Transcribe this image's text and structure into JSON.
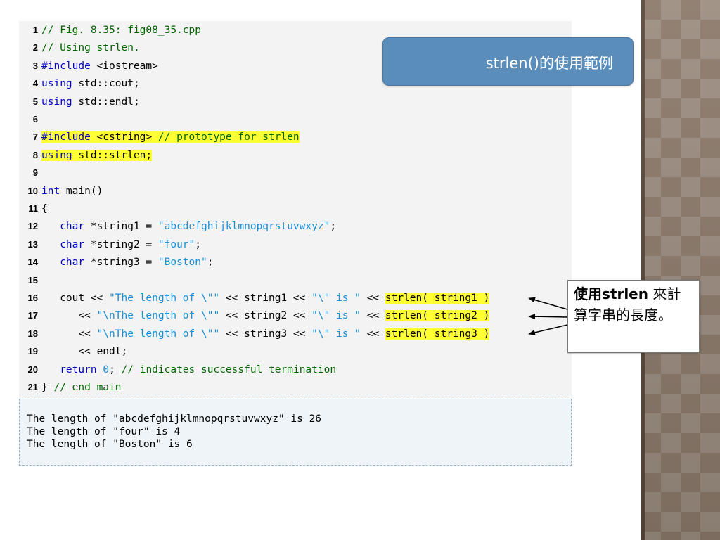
{
  "title": "strlen()的使用範例",
  "note": {
    "bold": "使用strlen",
    "rest": " 來計算字串的長度。"
  },
  "code_lines": [
    {
      "n": "1",
      "segs": [
        {
          "t": "// Fig. 8.35: fig08_35.cpp",
          "c": "cm"
        }
      ]
    },
    {
      "n": "2",
      "segs": [
        {
          "t": "// Using strlen.",
          "c": "cm"
        }
      ]
    },
    {
      "n": "3",
      "segs": [
        {
          "t": "#include",
          "c": "kw"
        },
        {
          "t": " <iostream>",
          "c": ""
        }
      ]
    },
    {
      "n": "4",
      "segs": [
        {
          "t": "using",
          "c": "kw"
        },
        {
          "t": " std::cout;",
          "c": ""
        }
      ]
    },
    {
      "n": "5",
      "segs": [
        {
          "t": "using",
          "c": "kw"
        },
        {
          "t": " std::endl;",
          "c": ""
        }
      ]
    },
    {
      "n": "6",
      "segs": []
    },
    {
      "n": "7",
      "segs": [
        {
          "t": "#include",
          "c": "kw hl"
        },
        {
          "t": " <cstring> ",
          "c": "hl"
        },
        {
          "t": "// prototype for strlen",
          "c": "cm hl"
        }
      ]
    },
    {
      "n": "8",
      "segs": [
        {
          "t": "using",
          "c": "kw hl"
        },
        {
          "t": " std::strlen;",
          "c": "hl"
        }
      ]
    },
    {
      "n": "9",
      "segs": []
    },
    {
      "n": "10",
      "segs": [
        {
          "t": "int",
          "c": "kw"
        },
        {
          "t": " main()",
          "c": ""
        }
      ]
    },
    {
      "n": "11",
      "segs": [
        {
          "t": "{",
          "c": ""
        }
      ]
    },
    {
      "n": "12",
      "segs": [
        {
          "t": "   ",
          "c": ""
        },
        {
          "t": "char",
          "c": "kw"
        },
        {
          "t": " *string1 = ",
          "c": ""
        },
        {
          "t": "\"abcdefghijklmnopqrstuvwxyz\"",
          "c": "str"
        },
        {
          "t": ";",
          "c": ""
        }
      ]
    },
    {
      "n": "13",
      "segs": [
        {
          "t": "   ",
          "c": ""
        },
        {
          "t": "char",
          "c": "kw"
        },
        {
          "t": " *string2 = ",
          "c": ""
        },
        {
          "t": "\"four\"",
          "c": "str"
        },
        {
          "t": ";",
          "c": ""
        }
      ]
    },
    {
      "n": "14",
      "segs": [
        {
          "t": "   ",
          "c": ""
        },
        {
          "t": "char",
          "c": "kw"
        },
        {
          "t": " *string3 = ",
          "c": ""
        },
        {
          "t": "\"Boston\"",
          "c": "str"
        },
        {
          "t": ";",
          "c": ""
        }
      ]
    },
    {
      "n": "15",
      "segs": []
    },
    {
      "n": "16",
      "segs": [
        {
          "t": "   cout << ",
          "c": ""
        },
        {
          "t": "\"The length of \\\"\"",
          "c": "str"
        },
        {
          "t": " << string1 << ",
          "c": ""
        },
        {
          "t": "\"\\\" is \"",
          "c": "str"
        },
        {
          "t": " << ",
          "c": ""
        },
        {
          "t": "strlen( string1 )",
          "c": "hl"
        }
      ]
    },
    {
      "n": "17",
      "segs": [
        {
          "t": "      << ",
          "c": ""
        },
        {
          "t": "\"\\nThe length of \\\"\"",
          "c": "str"
        },
        {
          "t": " << string2 << ",
          "c": ""
        },
        {
          "t": "\"\\\" is \"",
          "c": "str"
        },
        {
          "t": " << ",
          "c": ""
        },
        {
          "t": "strlen( string2 )",
          "c": "hl"
        }
      ]
    },
    {
      "n": "18",
      "segs": [
        {
          "t": "      << ",
          "c": ""
        },
        {
          "t": "\"\\nThe length of \\\"\"",
          "c": "str"
        },
        {
          "t": " << string3 << ",
          "c": ""
        },
        {
          "t": "\"\\\" is \"",
          "c": "str"
        },
        {
          "t": " << ",
          "c": ""
        },
        {
          "t": "strlen( string3 )",
          "c": "hl"
        }
      ]
    },
    {
      "n": "19",
      "segs": [
        {
          "t": "      << endl;",
          "c": ""
        }
      ]
    },
    {
      "n": "20",
      "segs": [
        {
          "t": "   ",
          "c": ""
        },
        {
          "t": "return",
          "c": "kw"
        },
        {
          "t": " ",
          "c": ""
        },
        {
          "t": "0",
          "c": "num"
        },
        {
          "t": "; ",
          "c": ""
        },
        {
          "t": "// indicates successful termination",
          "c": "cm"
        }
      ]
    },
    {
      "n": "21",
      "segs": [
        {
          "t": "} ",
          "c": ""
        },
        {
          "t": "// end main",
          "c": "cm"
        }
      ]
    }
  ],
  "output_lines": [
    "The length of \"abcdefghijklmnopqrstuvwxyz\" is 26",
    "The length of \"four\" is 4",
    "The length of \"Boston\" is 6"
  ],
  "colors": {
    "keyword": "#0000c0",
    "comment": "#006400",
    "string": "#1a8fd6",
    "highlight": "#ffff33",
    "title_box": "#5b8dbb"
  }
}
